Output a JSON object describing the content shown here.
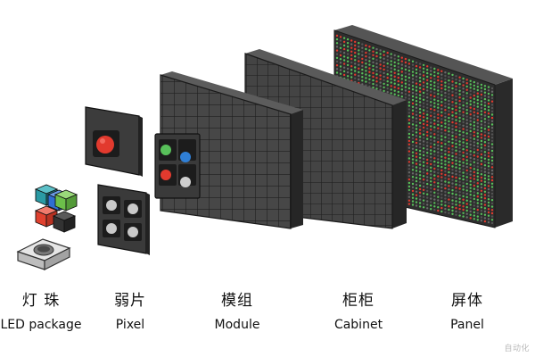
{
  "stages": [
    {
      "id": "led-package",
      "zh": "灯 珠",
      "en": "LED package"
    },
    {
      "id": "pixel",
      "zh": "弱片",
      "en": "Pixel"
    },
    {
      "id": "module",
      "zh": "模组",
      "en": "Module"
    },
    {
      "id": "cabinet",
      "zh": "柜柜",
      "en": "Cabinet"
    },
    {
      "id": "panel",
      "zh": "屏体",
      "en": "Panel"
    }
  ],
  "watermark": "自动化",
  "colors": {
    "dark_face": "#3f3f3f",
    "dark_side": "#2a2a2a",
    "grid_line": "#222222",
    "led_red": "#e23a2e",
    "led_green": "#58c05a",
    "led_blue": "#2f7fd6",
    "led_white": "#cfcfcf",
    "cube_teal": "#2a9aa4",
    "cube_blue": "#2f6fd0",
    "cube_green": "#6cbf4a",
    "cube_red": "#e0412f",
    "cube_black": "#333333"
  }
}
